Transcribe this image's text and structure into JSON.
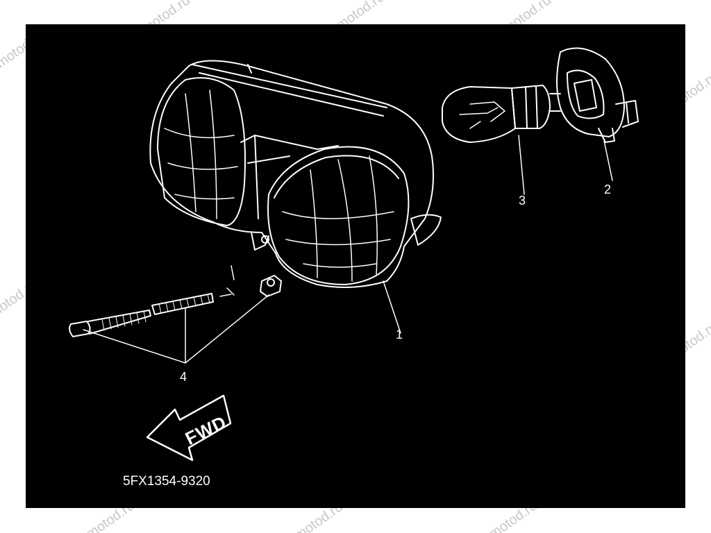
{
  "watermark": {
    "text": "motod.ru"
  },
  "diagram": {
    "callouts": [
      {
        "number": "1",
        "part": "headlight-assembly"
      },
      {
        "number": "2",
        "part": "bulb-socket"
      },
      {
        "number": "3",
        "part": "bulb"
      },
      {
        "number": "4",
        "part": "bolt-spring-nut"
      }
    ],
    "fwd_label": "FWD",
    "part_code": "5FX1354-9320"
  },
  "colors": {
    "background": "#000000",
    "line": "#ffffff",
    "page": "#ffffff",
    "watermark": "#c8c8c8"
  }
}
